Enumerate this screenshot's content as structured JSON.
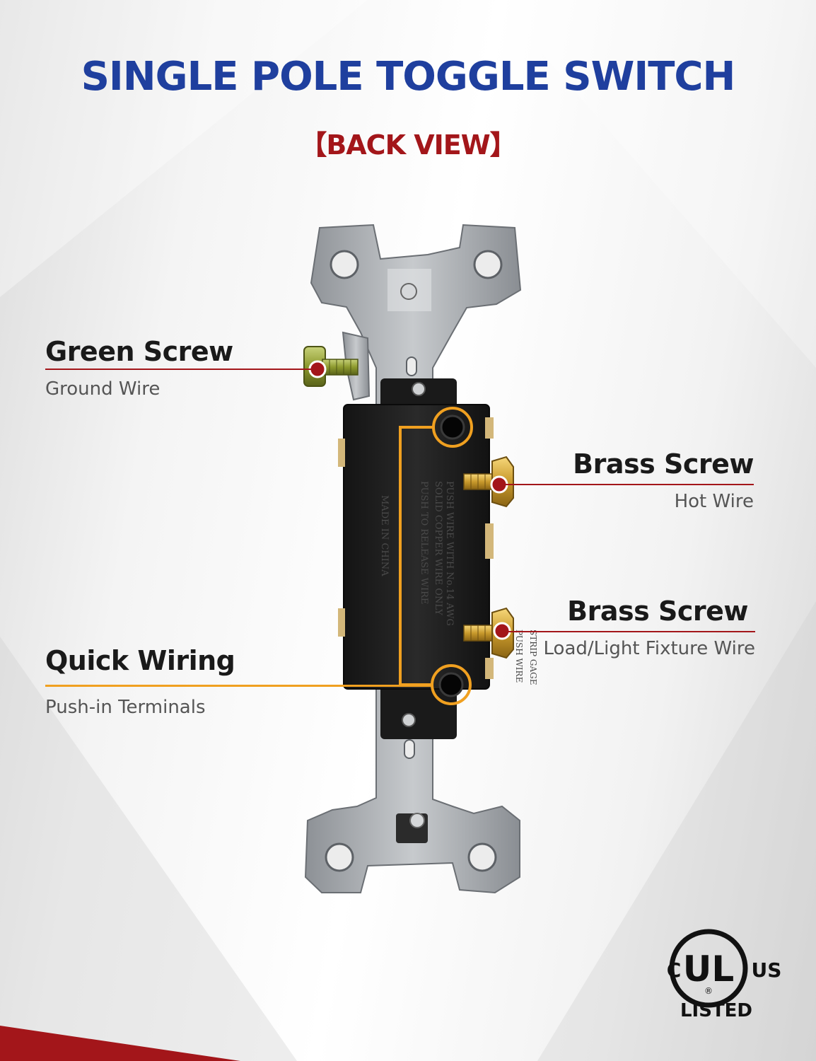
{
  "header": {
    "title": "SINGLE POLE TOGGLE SWITCH",
    "subtitle": "【BACK VIEW】"
  },
  "callouts": {
    "green_screw": {
      "title": "Green Screw",
      "subtitle": "Ground Wire"
    },
    "brass_screw_hot": {
      "title": "Brass Screw",
      "subtitle": "Hot Wire"
    },
    "brass_screw_load": {
      "title": "Brass Screw",
      "subtitle": "Load/Light Fixture Wire"
    },
    "quick_wiring": {
      "title": "Quick Wiring",
      "subtitle": "Push-in Terminals"
    }
  },
  "switch_body_text": {
    "line1": "PUSH WIRE WITH No.14 AWG",
    "line2": "SOLID COPPER WIRE ONLY",
    "line3": "PUSH TO RELEASE WIRE",
    "line4": "MADE IN CHINA",
    "line5": "PUSH WIRE",
    "line6": "STRIP GAGE"
  },
  "certification": {
    "left": "C",
    "center": "UL",
    "right": "US",
    "bottom": "LISTED",
    "registered": "®"
  },
  "colors": {
    "title": "#1f3f9e",
    "accent_red": "#a3161a",
    "accent_orange": "#f0a020"
  }
}
